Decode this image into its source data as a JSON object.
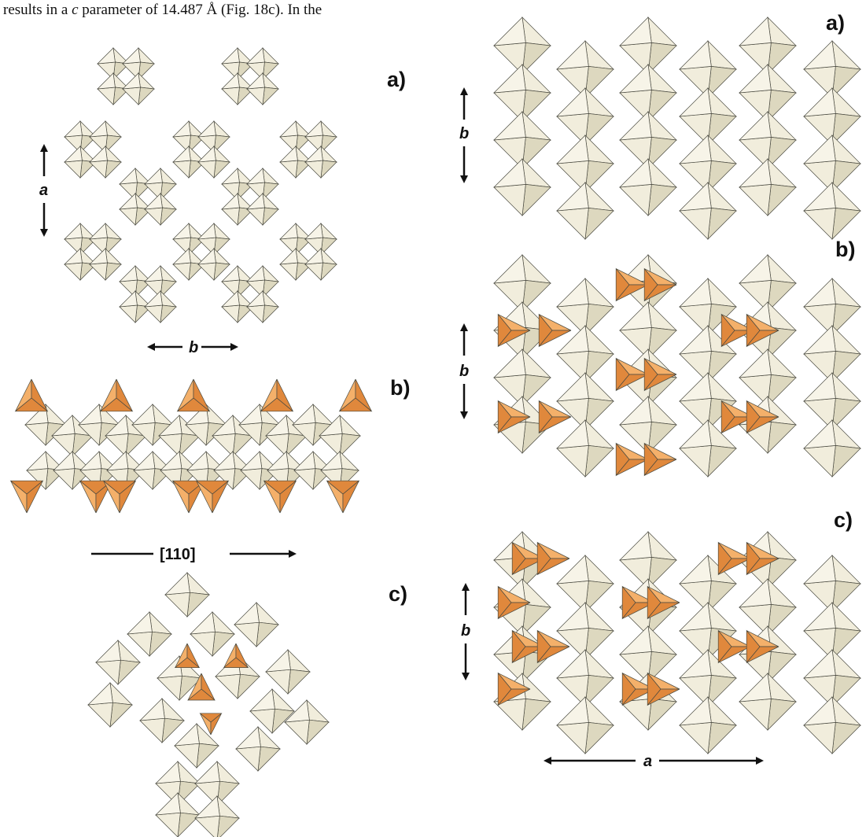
{
  "caption": {
    "prefix": "results in a ",
    "param": "c",
    "suffix": " parameter of 14.487 Å (Fig. 18c). In the"
  },
  "left_figure": {
    "panels": [
      {
        "label": "a)"
      },
      {
        "label": "b)"
      },
      {
        "label": "c)"
      }
    ],
    "axes": {
      "a": "a",
      "b": "b",
      "direction": "[110]"
    }
  },
  "right_figure": {
    "panels": [
      {
        "label": "a)"
      },
      {
        "label": "b)"
      },
      {
        "label": "c)"
      }
    ],
    "axes": {
      "b": "b",
      "a": "a"
    }
  },
  "colors": {
    "octahedron_fill": "#f1eddc",
    "octahedron_shade": "#ddd8bf",
    "edge": "#4a4a40",
    "tetra_light": "#f4b06a",
    "tetra_dark": "#e0883c"
  }
}
